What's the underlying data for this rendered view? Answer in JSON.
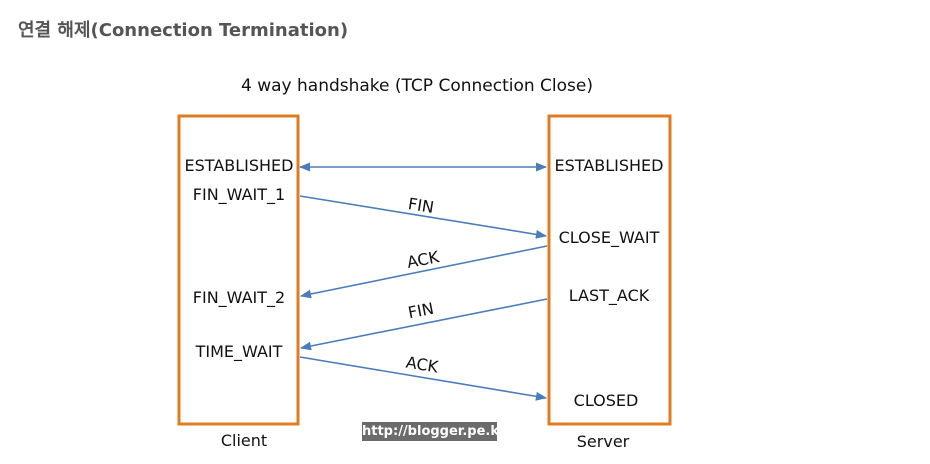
{
  "heading": "연결 해제(Connection Termination)",
  "diagram": {
    "title": "4 way handshake (TCP Connection Close)",
    "client": {
      "label": "Client",
      "states": [
        "ESTABLISHED",
        "FIN_WAIT_1",
        "FIN_WAIT_2",
        "TIME_WAIT"
      ]
    },
    "server": {
      "label": "Server",
      "states": [
        "ESTABLISHED",
        "CLOSE_WAIT",
        "LAST_ACK",
        "CLOSED"
      ]
    },
    "messages": [
      "FIN",
      "ACK",
      "FIN",
      "ACK"
    ],
    "colors": {
      "box": "#E07B20",
      "arrow": "#4A7EBB"
    }
  },
  "watermark": "http://blogger.pe.kr"
}
